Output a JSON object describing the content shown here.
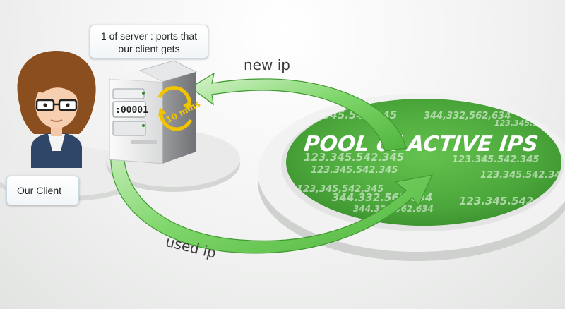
{
  "callouts": {
    "server": "1 of server : ports that our client gets",
    "client": "Our Client"
  },
  "server": {
    "port_readout": ":00001",
    "timer": "10 mins"
  },
  "flows": {
    "new_ip": "new ip",
    "used_ip": "used ip"
  },
  "pool": {
    "title": "POOL of ACTIVE IPS",
    "numbers": [
      "344.332.562.634",
      "123.345.542.345",
      "344,332,562,634",
      "123.345.542.345",
      "123.345.542.345",
      "123.345.542.345",
      "344.332.562.634",
      "123.345.542.345",
      "123,345,542,345",
      "123.345.542.345",
      "123.345.542.345",
      "344.332.562.634"
    ]
  },
  "colors": {
    "pool_green": "#4fae3e",
    "arrow_green": "#6fcf5c",
    "timer_yellow": "#f2c400"
  }
}
